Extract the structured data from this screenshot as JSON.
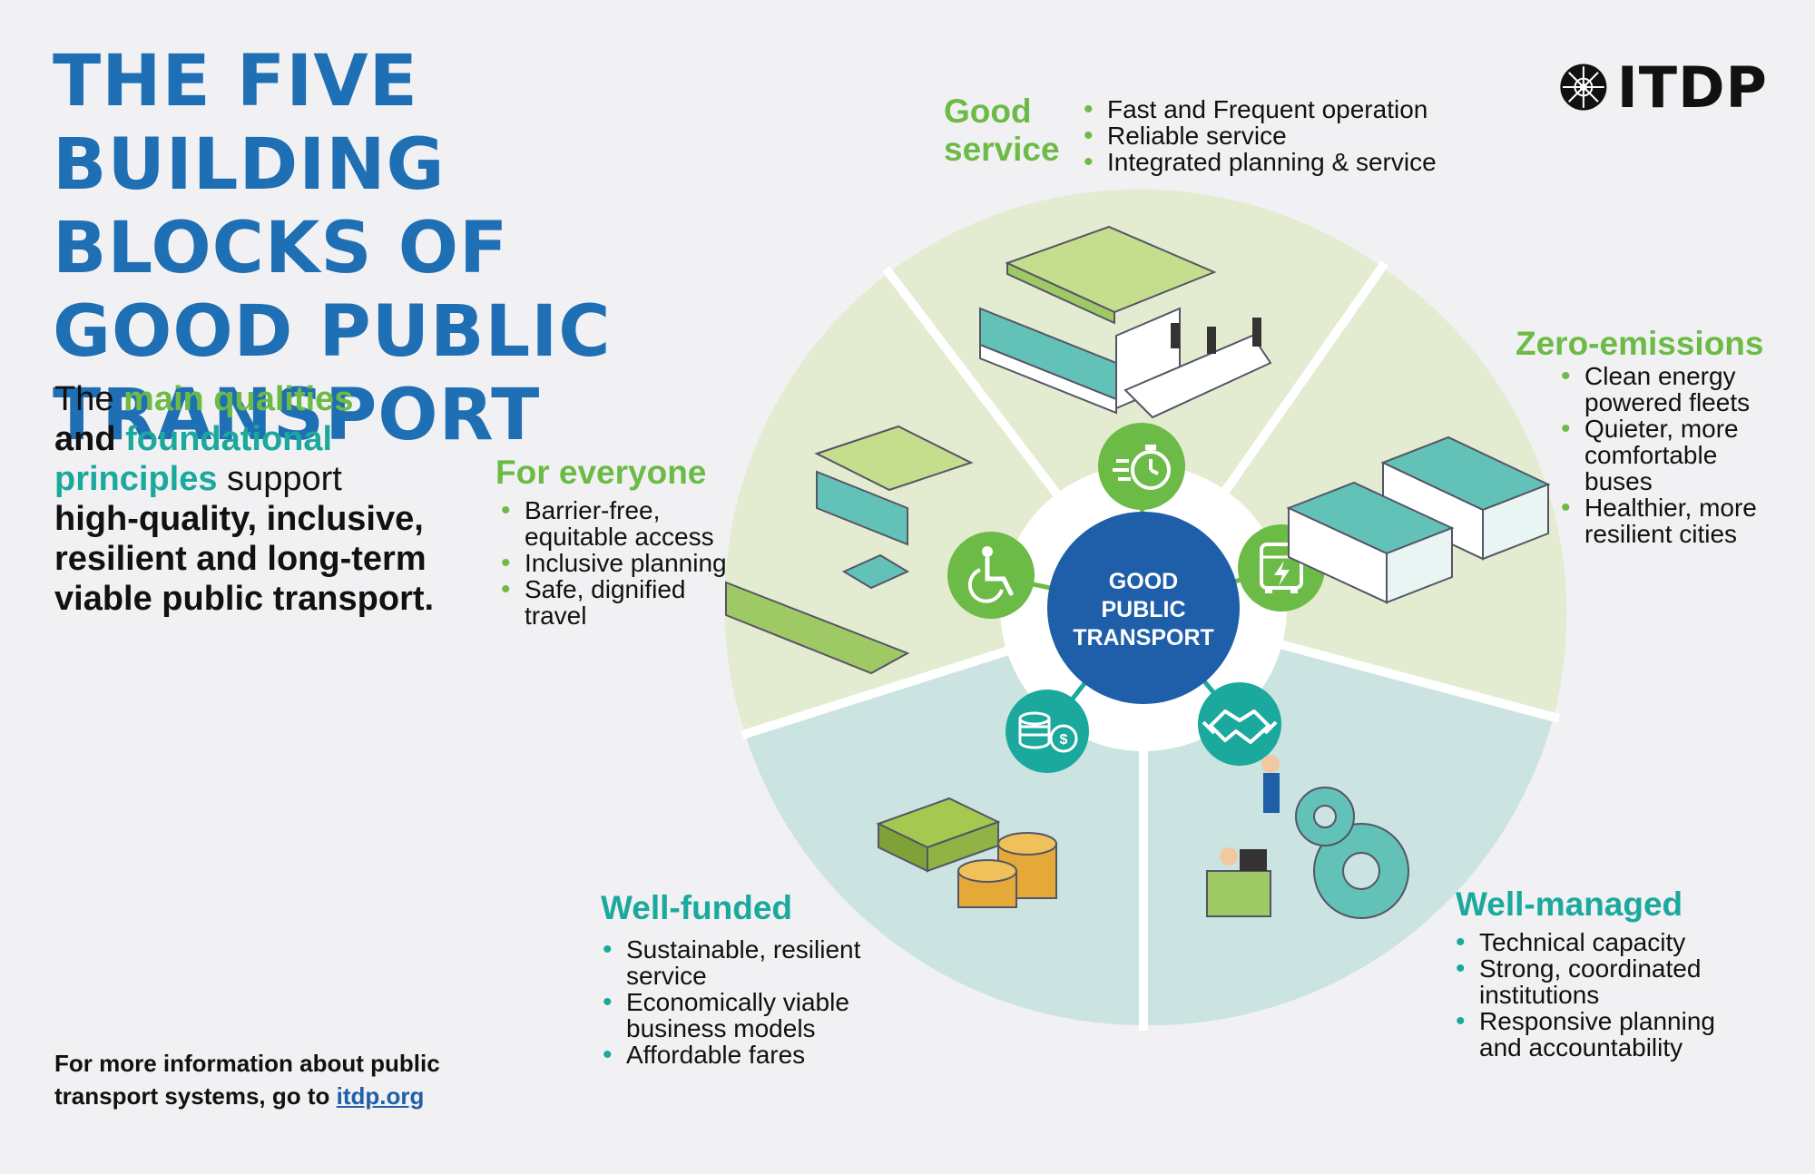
{
  "title_lines": [
    "THE FIVE BUILDING",
    "BLOCKS OF",
    "GOOD PUBLIC",
    "TRANSPORT"
  ],
  "intro": {
    "part1": "The ",
    "highlight1": "main qualities",
    "part2": "and ",
    "highlight2": "foundational principles",
    "part3": " support ",
    "bold_rest": "high-quality, inclusive, resilient and long-term viable public transport."
  },
  "logo": {
    "text": "ITDP",
    "icon": "itdp-star-logo-icon"
  },
  "center": {
    "lines": [
      "GOOD",
      "PUBLIC",
      "TRANSPORT"
    ]
  },
  "categories": {
    "good_service": {
      "title_lines": [
        "Good",
        "service"
      ],
      "items": [
        "Fast and Frequent operation",
        "Reliable service",
        "Integrated planning & service"
      ],
      "icon": "stopwatch-icon",
      "color": "#6cbb46"
    },
    "zero_emissions": {
      "title": "Zero-emissions",
      "items": [
        "Clean energy powered fleets",
        "Quieter, more comfortable buses",
        "Healthier, more resilient cities"
      ],
      "icon": "electric-bus-icon",
      "color": "#6cbb46"
    },
    "for_everyone": {
      "title": "For everyone",
      "items": [
        "Barrier-free, equitable access",
        "Inclusive planning",
        "Safe, dignified travel"
      ],
      "icon": "wheelchair-icon",
      "color": "#6cbb46"
    },
    "well_funded": {
      "title": "Well-funded",
      "items": [
        "Sustainable, resilient service",
        "Economically viable business models",
        "Affordable fares"
      ],
      "icon": "coins-icon",
      "color": "#1ba99d"
    },
    "well_managed": {
      "title": "Well-managed",
      "items": [
        "Technical capacity",
        "Strong, coordinated institutions",
        "Responsive planning and accountability"
      ],
      "icon": "handshake-icon",
      "color": "#1ba99d"
    }
  },
  "footer": {
    "text": "For more information about public transport systems, go to ",
    "link": "itdp.org"
  },
  "colors": {
    "title_blue": "#1f6fb5",
    "accent_green": "#6cbb46",
    "accent_teal": "#1ba99d",
    "center_navy": "#1f5ea8",
    "green_sector": "#e3ebd0",
    "teal_sector": "#cbe3e1",
    "background": "#f1f1f3"
  }
}
